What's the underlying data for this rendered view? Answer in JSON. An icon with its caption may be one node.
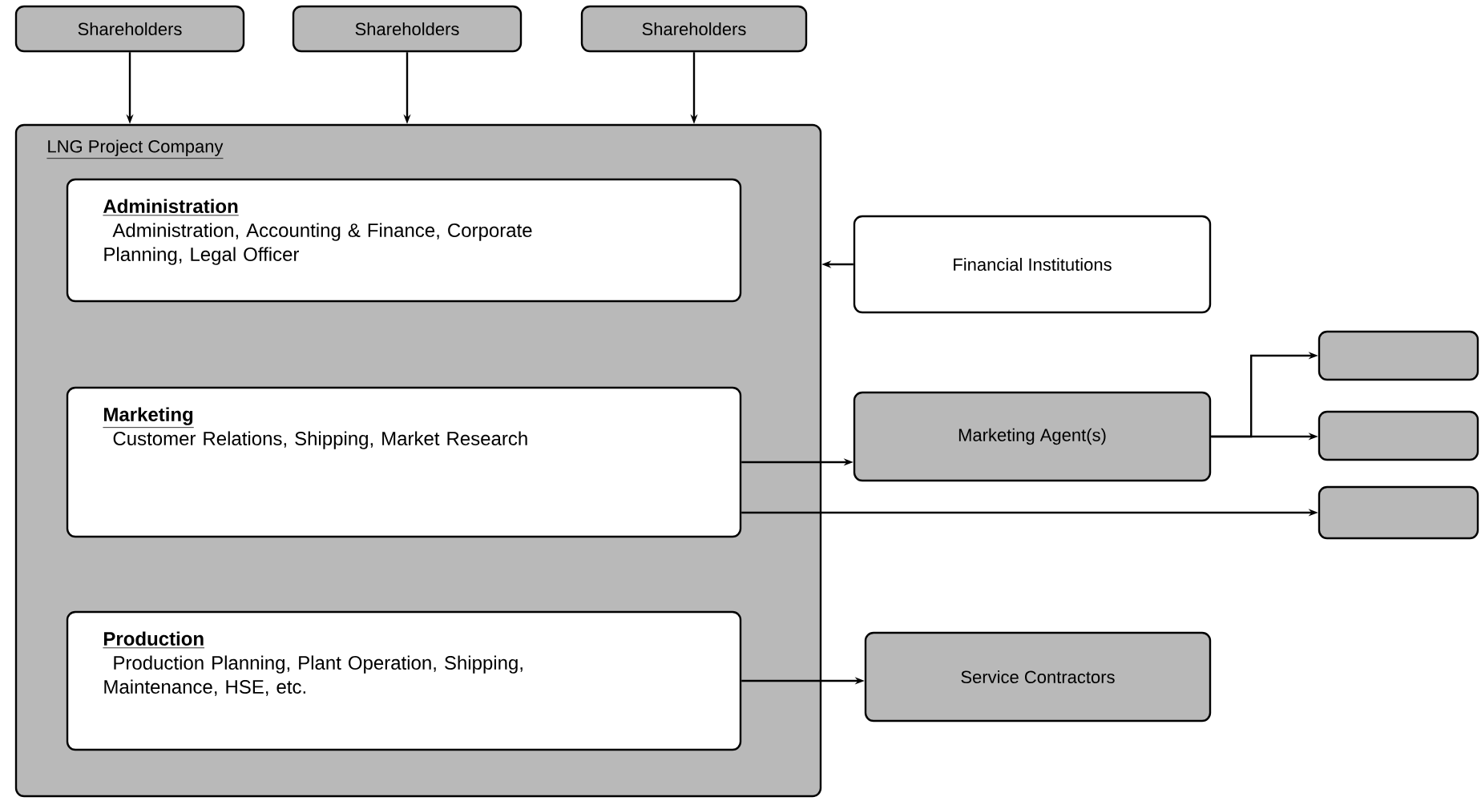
{
  "diagram": {
    "nodes": [
      {
        "text": [
          "Shareholders"
        ]
      },
      {
        "text": [
          "Shareholders"
        ]
      },
      {
        "text": [
          "Shareholders"
        ]
      },
      {
        "text": [
          "LNG Project Company"
        ]
      },
      {
        "text": [
          "Administration",
          "Administration, Accounting & Finance, Corporate Planning, Legal Officer"
        ],
        "in": 3
      },
      {
        "text": [
          "Marketing",
          "Customer Relations, Shipping, Market Research"
        ],
        "in": 3
      },
      {
        "text": [
          "Production",
          "Production Planning, Plant Operation, Shipping, Maintenance, HSE, etc."
        ],
        "in": 3
      },
      {
        "text": [
          "Financial Institutions"
        ]
      },
      {
        "text": [
          "Marketing Agent(s)"
        ]
      },
      {
        "text": [
          "Service Contractors"
        ]
      },
      {
        "text": [],
        "shape": "box"
      },
      {
        "text": [],
        "shape": "box"
      },
      {
        "text": [],
        "shape": "box"
      }
    ],
    "edges": [
      {
        "from": 0,
        "to": 3,
        "arrow": "to"
      },
      {
        "from": 1,
        "to": 3,
        "arrow": "to"
      },
      {
        "from": 2,
        "to": 3,
        "arrow": "to"
      },
      {
        "from": 7,
        "to": 3,
        "arrow": "to"
      },
      {
        "from": 5,
        "to": 8,
        "arrow": "to"
      },
      {
        "from": 8,
        "to": 10,
        "arrow": "to"
      },
      {
        "from": 8,
        "to": 11,
        "arrow": "to"
      },
      {
        "from": 5,
        "to": 12,
        "arrow": "to"
      },
      {
        "from": 6,
        "to": 9,
        "arrow": "to"
      }
    ]
  }
}
